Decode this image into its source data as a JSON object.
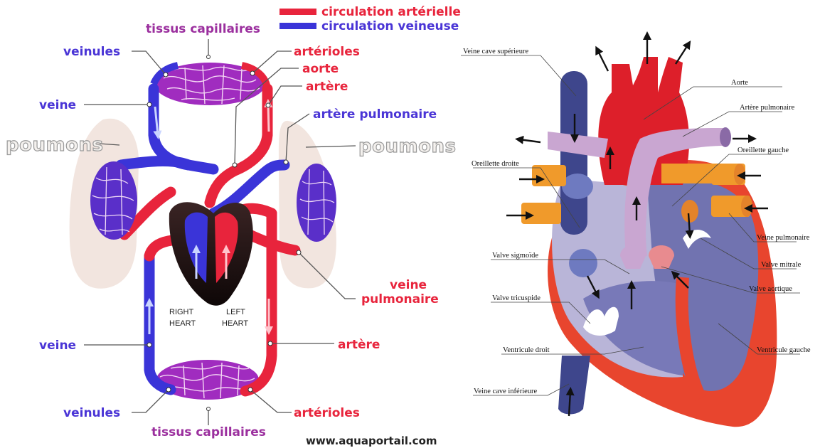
{
  "colors": {
    "artery": "#e8243c",
    "vein": "#3a34d8",
    "label_red": "#e8243c",
    "label_blue": "#4a35d6",
    "label_purple": "#9b2f9e",
    "heart_dark": "#2a1a1a"
  },
  "legend": {
    "arterial": "circulation artérielle",
    "venous": "circulation veineuse"
  },
  "left_diagram": {
    "labels": {
      "tissus_top": "tissus capillaires",
      "veinules_top": "veinules",
      "arterioles_top": "artérioles",
      "aorte": "aorte",
      "artere_top": "artère",
      "veine_top": "veine",
      "artere_pulmonaire": "artère pulmonaire",
      "poumons_left": "poumons",
      "poumons_right": "poumons",
      "veine_pulmonaire_1": "veine",
      "veine_pulmonaire_2": "pulmonaire",
      "right_heart_1": "RIGHT",
      "right_heart_2": "HEART",
      "left_heart_1": "LEFT",
      "left_heart_2": "HEART",
      "veine_bottom": "veine",
      "artere_bottom": "artère",
      "veinules_bottom": "veinules",
      "arterioles_bottom": "artérioles",
      "tissus_bottom": "tissus capillaires"
    },
    "watermark": "www.aquaportail.com"
  },
  "right_diagram": {
    "labels": {
      "veine_cave_sup": "Veine cave supérieure",
      "aorte": "Aorte",
      "artere_pulmonaire": "Artère pulmonaire",
      "oreillette_gauche": "Oreillette gauche",
      "oreillette_droite": "Oreillette droite",
      "veine_pulmonaire": "Veine pulmonaire",
      "valve_sigmoide": "Valve sigmoïde",
      "valve_mitrale": "Valve mitrale",
      "valve_aortique": "Valve aortique",
      "valve_tricuspide": "Valve tricuspide",
      "ventricule_droit": "Ventricule droit",
      "ventricule_gauche": "Ventricule gauche",
      "veine_cave_inf": "Veine cave inférieure"
    }
  }
}
